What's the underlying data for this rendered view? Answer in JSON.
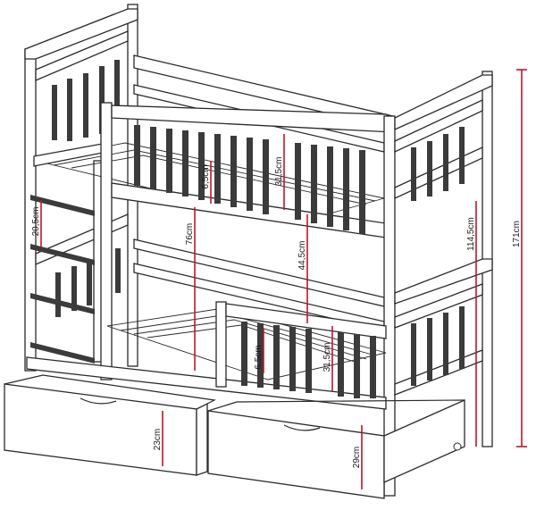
{
  "diagram": {
    "colors": {
      "frame": "#2a2a2a",
      "slats": "#3b3b3b",
      "dimension_line": "#c0152a",
      "background": "#ffffff"
    },
    "dimensions": {
      "slat_gap_upper": "6,5cm",
      "rail_height_upper": "31,5cm",
      "ladder_step": "20,5cm",
      "bed_clearance": "76cm",
      "guard_clearance": "44,5cm",
      "post_height": "114,5cm",
      "total_height": "171cm",
      "slat_gap_lower": "6,5cm",
      "rail_height_lower": "31,5cm",
      "drawer_height_left": "23cm",
      "drawer_height_right": "29cm"
    }
  }
}
